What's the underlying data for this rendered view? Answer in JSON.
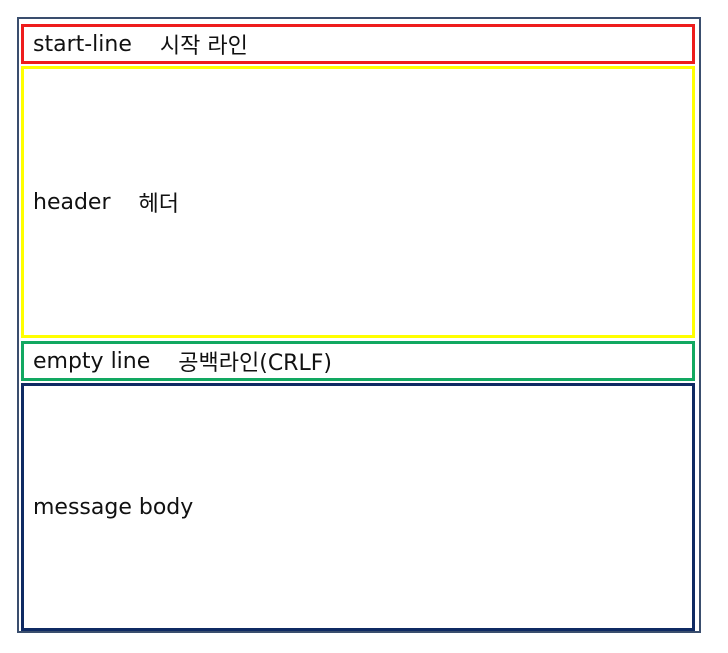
{
  "colors": {
    "outer_border": "#3a4e6e",
    "start_line": "#ee1c1c",
    "header": "#ffff00",
    "empty_line": "#12a861",
    "message_body": "#0f2a63"
  },
  "sections": {
    "start_line": {
      "en": "start-line",
      "ko": "시작 라인"
    },
    "header": {
      "en": "header",
      "ko": "헤더"
    },
    "empty_line": {
      "en": "empty line",
      "ko": "공백라인(CRLF)"
    },
    "message_body": {
      "en": "message body"
    }
  }
}
